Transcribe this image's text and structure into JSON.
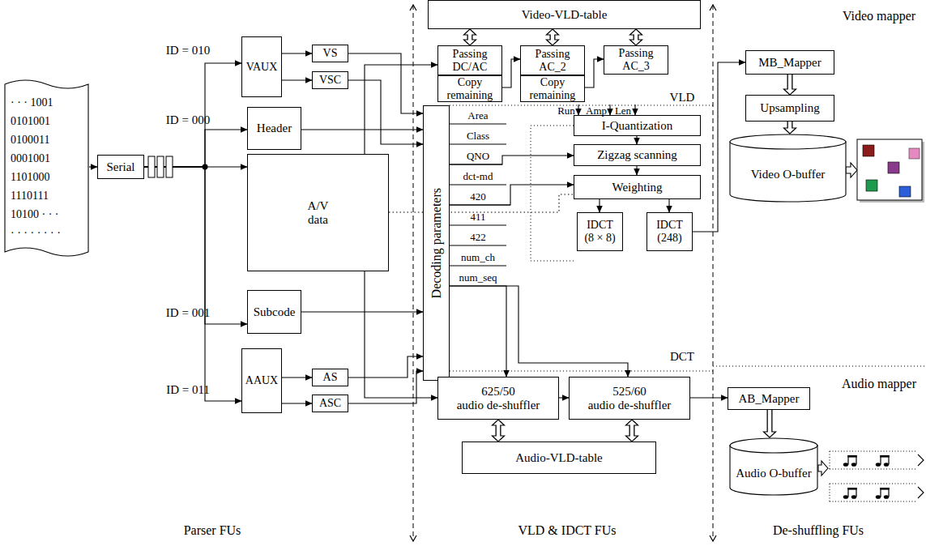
{
  "diagram": {
    "nodes": [
      {
        "text": [
          "· · · 1001",
          "0101001",
          "0100011",
          "0001001",
          "1101000",
          "1110111",
          "10100 · · ·",
          "· · · · · · · ·"
        ]
      },
      {
        "text": [
          "Serial"
        ]
      },
      {
        "text": [
          "VAUX"
        ]
      },
      {
        "text": [
          "VS"
        ]
      },
      {
        "text": [
          "VSC"
        ]
      },
      {
        "text": [
          "Header"
        ]
      },
      {
        "text": [
          "A/V data"
        ]
      },
      {
        "text": [
          "Subcode"
        ]
      },
      {
        "text": [
          "AAUX"
        ]
      },
      {
        "text": [
          "AS"
        ]
      },
      {
        "text": [
          "ASC"
        ]
      },
      {
        "text": [
          "Video-VLD-table"
        ]
      },
      {
        "text": [
          "Passing DC/AC",
          "Copy remaining"
        ]
      },
      {
        "text": [
          "Passing AC_2",
          "Copy remaining"
        ]
      },
      {
        "text": [
          "Passing AC_3"
        ]
      },
      {
        "text": [
          "Decoding parameters"
        ]
      },
      {
        "text": [
          "I-Quantization"
        ]
      },
      {
        "text": [
          "Zigzag scanning"
        ]
      },
      {
        "text": [
          "Weighting"
        ]
      },
      {
        "text": [
          "IDCT (8 × 8)"
        ]
      },
      {
        "text": [
          "IDCT (248)"
        ]
      },
      {
        "text": [
          "625/50",
          "audio de-shuffler"
        ]
      },
      {
        "text": [
          "525/60",
          "audio de-shuffler"
        ]
      },
      {
        "text": [
          "Audio-VLD-table"
        ]
      },
      {
        "text": [
          "MB_Mapper"
        ]
      },
      {
        "text": [
          "Upsampling"
        ]
      },
      {
        "text": [
          "Video O-buffer"
        ]
      },
      {
        "text": [
          "AB_Mapper"
        ]
      },
      {
        "text": [
          "Audio O-buffer"
        ]
      }
    ],
    "edges": [
      {
        "from": 0,
        "to": 1,
        "arrow": "to"
      },
      {
        "from": 1,
        "to": 2,
        "arrow": "to"
      },
      {
        "from": 1,
        "to": 5,
        "arrow": "to"
      },
      {
        "from": 1,
        "to": 6,
        "arrow": "to"
      },
      {
        "from": 1,
        "to": 7,
        "arrow": "to"
      },
      {
        "from": 1,
        "to": 8,
        "arrow": "to"
      },
      {
        "from": 2,
        "to": 3,
        "arrow": "to"
      },
      {
        "from": 2,
        "to": 4,
        "arrow": "to"
      },
      {
        "from": 3,
        "to": 15,
        "arrow": "to"
      },
      {
        "from": 4,
        "to": 15,
        "arrow": "to"
      },
      {
        "from": 5,
        "to": 15,
        "arrow": "to"
      },
      {
        "from": 7,
        "to": 15,
        "arrow": "to"
      },
      {
        "from": 9,
        "to": 15,
        "arrow": "to"
      },
      {
        "from": 10,
        "to": 15,
        "arrow": "to"
      },
      {
        "from": 8,
        "to": 9,
        "arrow": "to"
      },
      {
        "from": 8,
        "to": 10,
        "arrow": "to"
      },
      {
        "from": 6,
        "to": 12,
        "arrow": "to"
      },
      {
        "from": 6,
        "to": 21,
        "arrow": "to"
      },
      {
        "from": 6,
        "to": 18,
        "arrow": "none"
      },
      {
        "from": 11,
        "to": 12,
        "arrow": "both"
      },
      {
        "from": 11,
        "to": 13,
        "arrow": "both"
      },
      {
        "from": 11,
        "to": 14,
        "arrow": "both"
      },
      {
        "from": 12,
        "to": 13,
        "arrow": "to"
      },
      {
        "from": 13,
        "to": 14,
        "arrow": "to"
      },
      {
        "from": 16,
        "to": 17,
        "arrow": "to"
      },
      {
        "from": 17,
        "to": 18,
        "arrow": "to"
      },
      {
        "from": 18,
        "to": 19,
        "arrow": "to"
      },
      {
        "from": 18,
        "to": 20,
        "arrow": "to"
      },
      {
        "from": 20,
        "to": 24,
        "arrow": "to"
      },
      {
        "from": 24,
        "to": 25,
        "arrow": "to"
      },
      {
        "from": 25,
        "to": 26,
        "arrow": "to"
      },
      {
        "from": 15,
        "to": 17,
        "arrow": "to"
      },
      {
        "from": 15,
        "to": 18,
        "arrow": "to"
      },
      {
        "from": 15,
        "to": 21,
        "arrow": "to"
      },
      {
        "from": 21,
        "to": 22,
        "arrow": "to"
      },
      {
        "from": 22,
        "to": 27,
        "arrow": "to"
      },
      {
        "from": 23,
        "to": 21,
        "arrow": "both"
      },
      {
        "from": 23,
        "to": 22,
        "arrow": "both"
      },
      {
        "from": 27,
        "to": 28,
        "arrow": "to"
      },
      {
        "from": 15,
        "to": 22,
        "arrow": "to"
      }
    ],
    "labels": [
      "ID = 010",
      "ID = 000",
      "ID = 001",
      "ID = 011",
      "Area",
      "Class",
      "QNO",
      "dct-md",
      "420",
      "411",
      "422",
      "num_ch",
      "num_seq",
      "Run",
      "Amp",
      "Len",
      "VLD",
      "DCT",
      "Video mapper",
      "Audio mapper",
      "Parser FUs",
      "VLD & IDCT FUs",
      "De-shuffling FUs"
    ]
  }
}
